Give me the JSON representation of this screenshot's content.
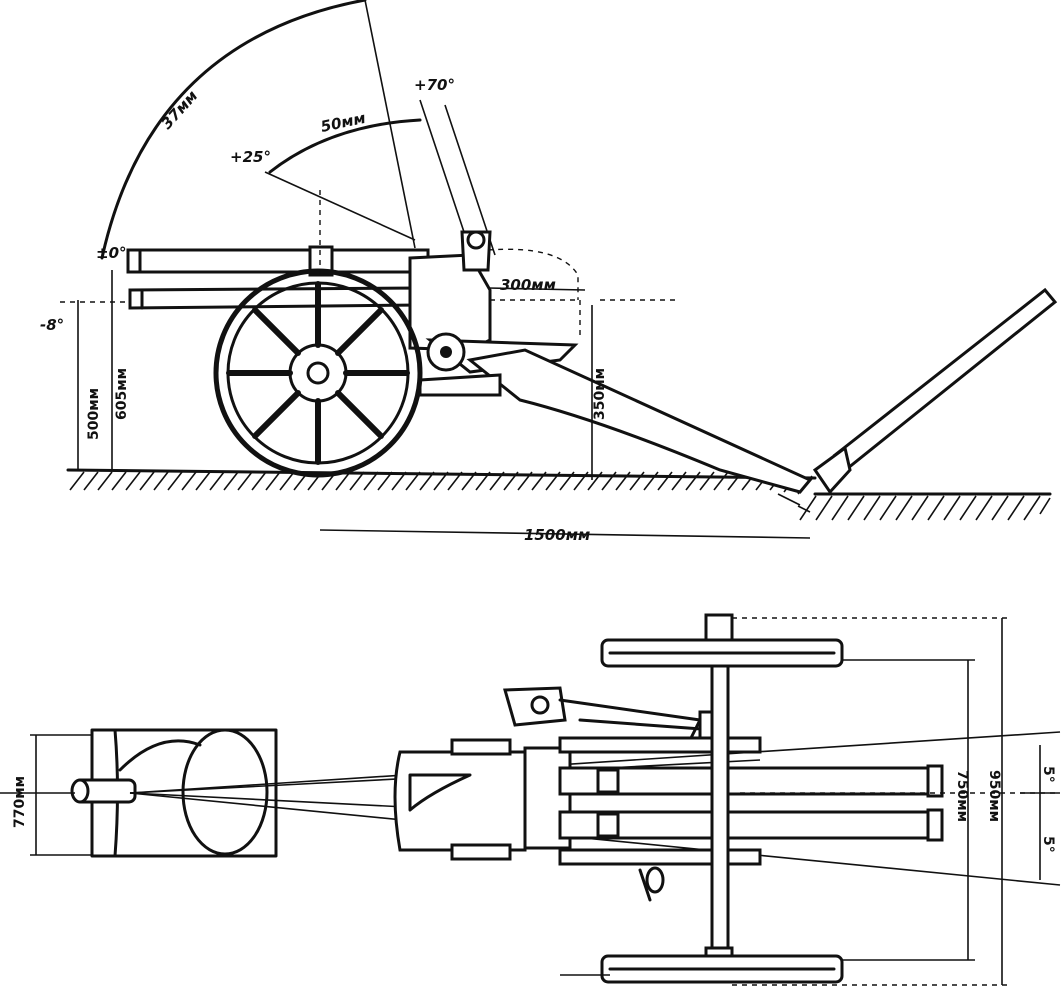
{
  "side_view": {
    "angle_max": "+70°",
    "angle_mid": "+25°",
    "angle_zero": "±0°",
    "angle_neg": "-8°",
    "arc_outer": "37мм",
    "arc_inner": "50мм",
    "height_1": "500мм",
    "height_2": "605мм",
    "height_trail": "350мм",
    "len_recoil": "300мм",
    "len_trail": "1500мм"
  },
  "top_view": {
    "width_inner": "750мм",
    "width_outer": "950мм",
    "angle_up": "5°",
    "angle_down": "5°",
    "base_width": "770мм"
  }
}
